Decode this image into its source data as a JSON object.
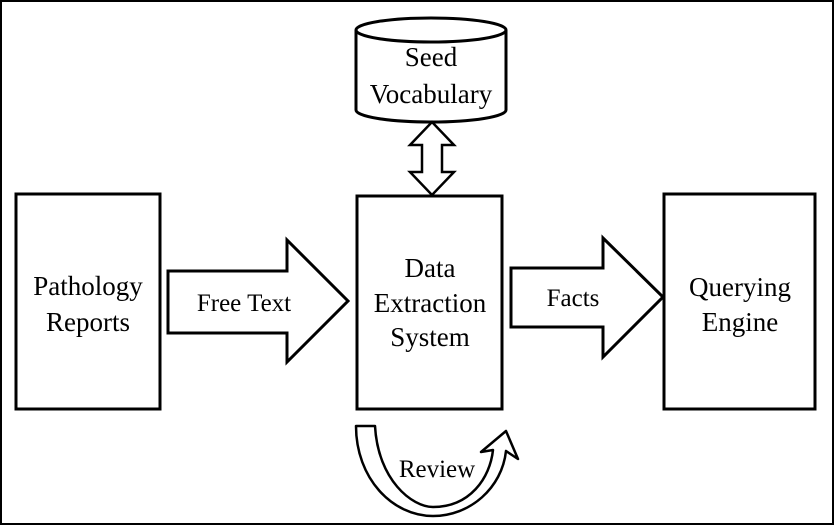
{
  "diagram": {
    "nodes": {
      "seed_vocabulary": {
        "lines": [
          "Seed",
          "Vocabulary"
        ]
      },
      "pathology_reports": {
        "lines": [
          "Pathology",
          "Reports"
        ]
      },
      "data_extraction_system": {
        "lines": [
          "Data",
          "Extraction",
          "System"
        ]
      },
      "querying_engine": {
        "lines": [
          "Querying",
          "Engine"
        ]
      }
    },
    "edges": {
      "free_text": "Free Text",
      "facts": "Facts",
      "review": "Review"
    }
  }
}
